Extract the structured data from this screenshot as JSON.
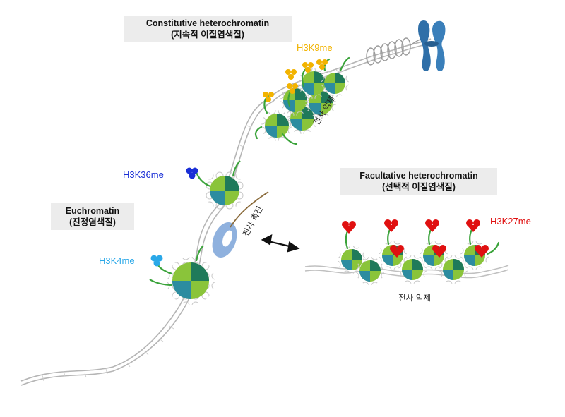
{
  "labels": {
    "constitutive_title": "Constitutive heterochromatin",
    "constitutive_sub": "(지속적 이질염색질)",
    "facultative_title": "Facultative heterochromatin",
    "facultative_sub": "(선택적 이질염색질)",
    "euchromatin_title": "Euchromatin",
    "euchromatin_sub": "(진정염색질)",
    "h3k9me": "H3K9me",
    "h3k36me": "H3K36me",
    "h3k4me": "H3K4me",
    "h3k27me": "H3K27me",
    "repression_top": "전사 억제",
    "activation": "전사 촉진",
    "repression_right": "전사 억제"
  },
  "colors": {
    "h3k9me": "#f2b300",
    "h3k36me": "#1a2fd6",
    "h3k4me": "#2aa8e8",
    "h3k27me": "#e01010",
    "dna": "#b5b5b5",
    "chromosome": "#2f6fa8",
    "nucleosome_light": "#8ac43a",
    "nucleosome_dark": "#1f7a5a",
    "nucleosome_teal": "#2c8ca0",
    "tail": "#3aa33a",
    "polymerase": "#8fb1de"
  }
}
